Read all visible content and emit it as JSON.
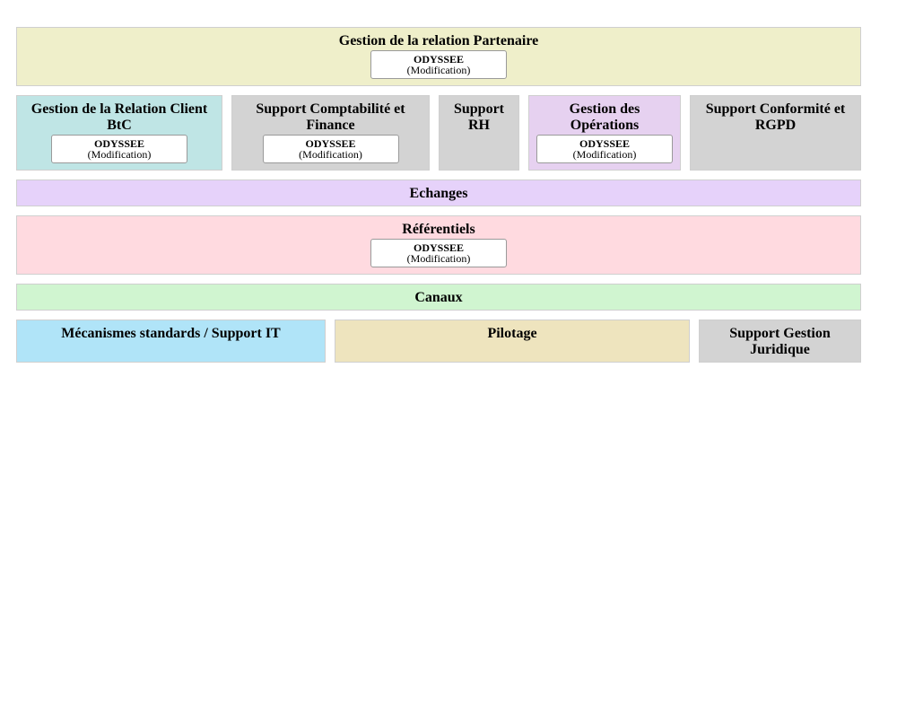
{
  "blocks": {
    "partenaire": {
      "title": "Gestion de la relation Partenaire",
      "color": "#efefca",
      "app": {
        "name": "ODYSSEE",
        "status": "(Modification)"
      }
    },
    "client": {
      "title": "Gestion de la Relation Client BtC",
      "color": "#bfe5e5",
      "app": {
        "name": "ODYSSEE",
        "status": "(Modification)"
      }
    },
    "compta": {
      "title": "Support Comptabilité et Finance",
      "color": "#d3d3d3",
      "app": {
        "name": "ODYSSEE",
        "status": "(Modification)"
      }
    },
    "rh": {
      "title": "Support RH",
      "color": "#d3d3d3"
    },
    "operations": {
      "title": "Gestion des Opérations",
      "color": "#e6d1f0",
      "app": {
        "name": "ODYSSEE",
        "status": "(Modification)"
      }
    },
    "conformite": {
      "title": "Support Conformité et RGPD",
      "color": "#d3d3d3"
    },
    "echanges": {
      "title": "Echanges",
      "color": "#e6d2fa"
    },
    "referentiels": {
      "title": "Référentiels",
      "color": "#ffdae0",
      "app": {
        "name": "ODYSSEE",
        "status": "(Modification)"
      }
    },
    "canaux": {
      "title": "Canaux",
      "color": "#d0f5d0"
    },
    "mecanismes": {
      "title": "Mécanismes standards / Support IT",
      "color": "#b0e4f8"
    },
    "pilotage": {
      "title": "Pilotage",
      "color": "#eee4be"
    },
    "juridique": {
      "title": "Support Gestion Juridique",
      "color": "#d3d3d3"
    }
  }
}
